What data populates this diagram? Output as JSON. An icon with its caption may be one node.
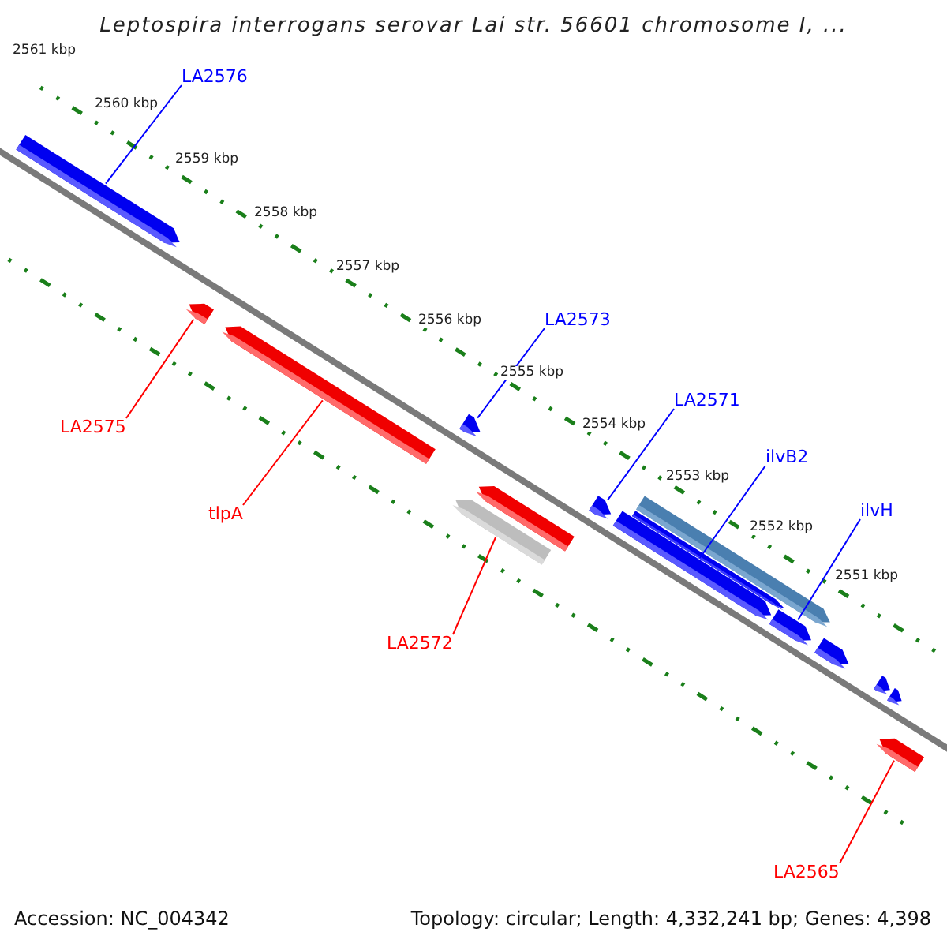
{
  "diagram": {
    "title": "Leptospira interrogans serovar Lai str. 56601 chromosome I, ...",
    "nodes": [
      {
        "text": [
          "LA2576"
        ]
      },
      {
        "text": [
          "LA2573"
        ]
      },
      {
        "text": [
          "LA2571"
        ]
      },
      {
        "text": [
          "LA2575"
        ]
      },
      {
        "text": [
          "ilvB2"
        ]
      },
      {
        "text": [
          "ilvH"
        ]
      },
      {
        "text": [
          "tlpA"
        ]
      },
      {
        "text": [
          "LA2572"
        ]
      },
      {
        "text": [
          "LA2565"
        ]
      },
      {
        "text": [],
        "shape": "arrow"
      },
      {
        "text": [],
        "shape": "arrow"
      },
      {
        "text": [],
        "shape": "arrow"
      },
      {
        "text": [],
        "shape": "arrow"
      },
      {
        "text": [],
        "shape": "arrow"
      },
      {
        "text": [],
        "shape": "arrow"
      },
      {
        "text": [],
        "shape": "arrow"
      },
      {
        "text": [],
        "shape": "arrow"
      },
      {
        "text": [],
        "shape": "arrow"
      },
      {
        "text": [],
        "shape": "arrow"
      },
      {
        "text": [],
        "shape": "arrow"
      },
      {
        "text": [],
        "shape": "arrow"
      },
      {
        "text": [],
        "shape": "arrow"
      },
      {
        "text": [],
        "shape": "arrow"
      },
      {
        "text": [],
        "shape": "arrow"
      }
    ],
    "edges": [
      {
        "from": 0,
        "to": 9,
        "arrow": "none"
      },
      {
        "from": 1,
        "to": 12,
        "arrow": "none"
      },
      {
        "from": 2,
        "to": 15,
        "arrow": "none"
      },
      {
        "from": 3,
        "to": 10,
        "arrow": "none",
        "color": "#ff0000"
      },
      {
        "from": 4,
        "to": 16,
        "arrow": "none"
      },
      {
        "from": 5,
        "to": 19,
        "arrow": "none"
      },
      {
        "from": 6,
        "to": 11,
        "arrow": "none",
        "color": "#ff0000"
      },
      {
        "from": 7,
        "to": 14,
        "arrow": "none",
        "color": "#ff0000"
      },
      {
        "from": 8,
        "to": 23,
        "arrow": "none",
        "color": "#ff0000"
      }
    ],
    "labels": [
      "2561 kbp",
      "2560 kbp",
      "2559 kbp",
      "2558 kbp",
      "2557 kbp",
      "2556 kbp",
      "2555 kbp",
      "2554 kbp",
      "2553 kbp",
      "2552 kbp",
      "2551 kbp",
      "Accession: NC_004342",
      "Topology: circular; Length: 4,332,241 bp; Genes: 4,398"
    ]
  }
}
